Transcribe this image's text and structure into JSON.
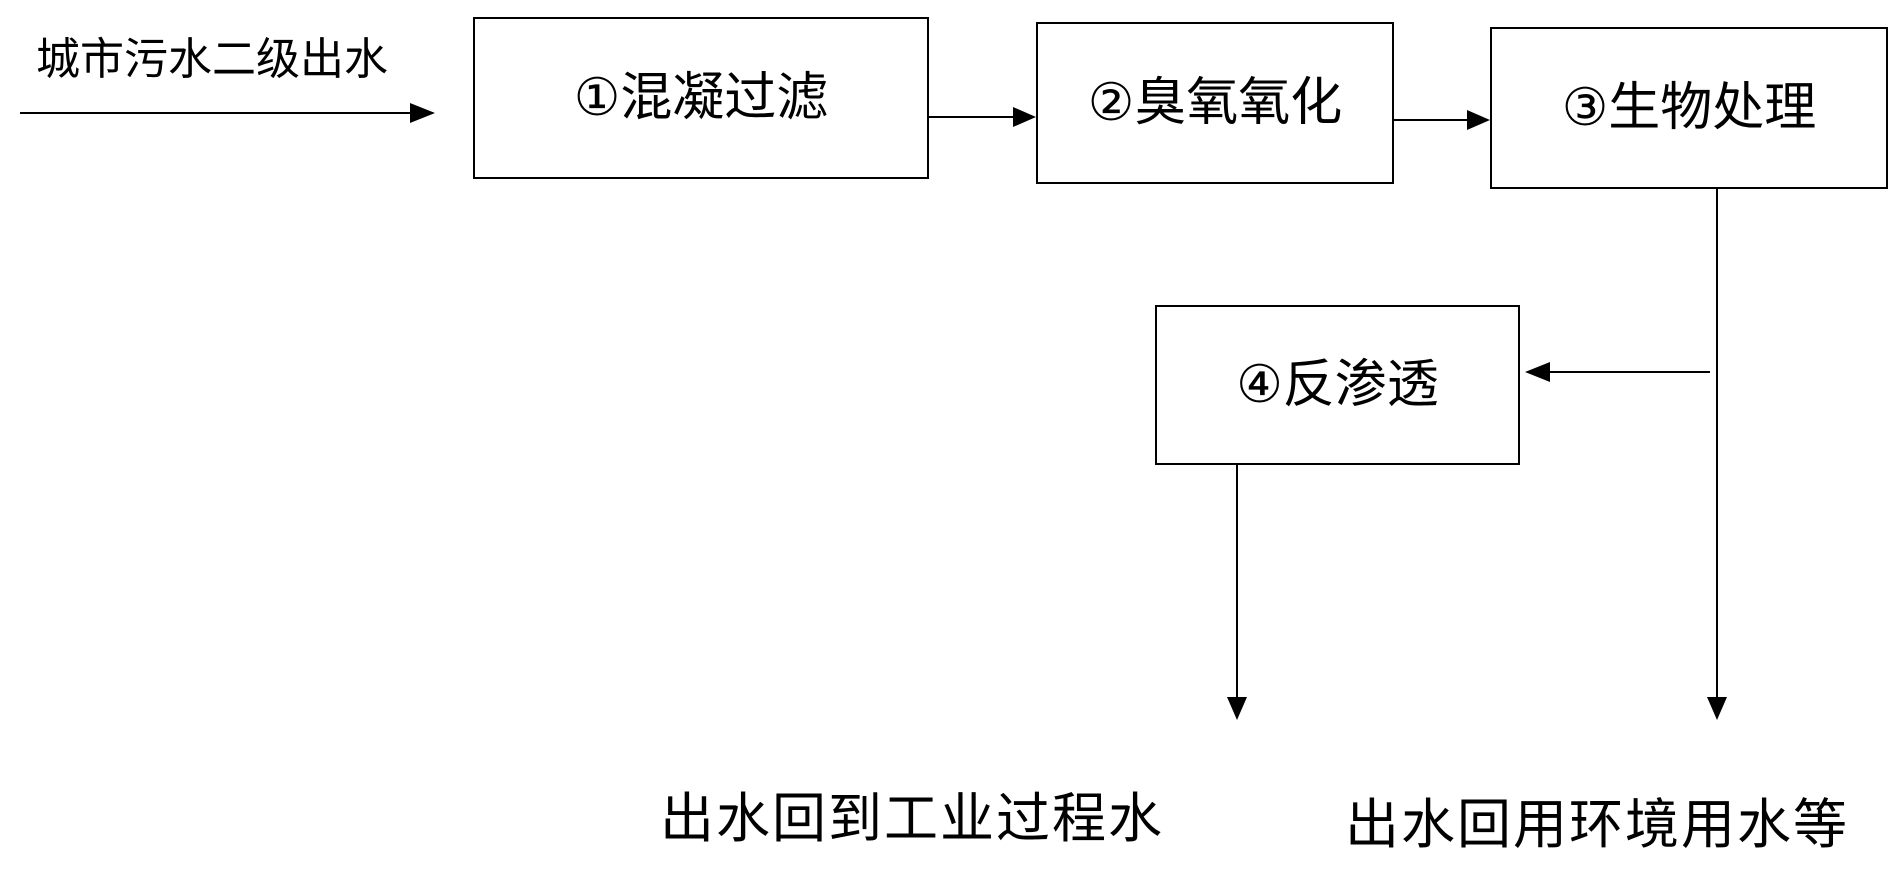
{
  "diagram": {
    "input_label": "城市污水二级出水",
    "steps": [
      {
        "label": "①混凝过滤"
      },
      {
        "label": "②臭氧氧化"
      },
      {
        "label": "③生物处理"
      },
      {
        "label": "④反渗透"
      }
    ],
    "outputs": [
      {
        "label": "出水回到工业过程水"
      },
      {
        "label": "出水回用环境用水等"
      }
    ]
  }
}
